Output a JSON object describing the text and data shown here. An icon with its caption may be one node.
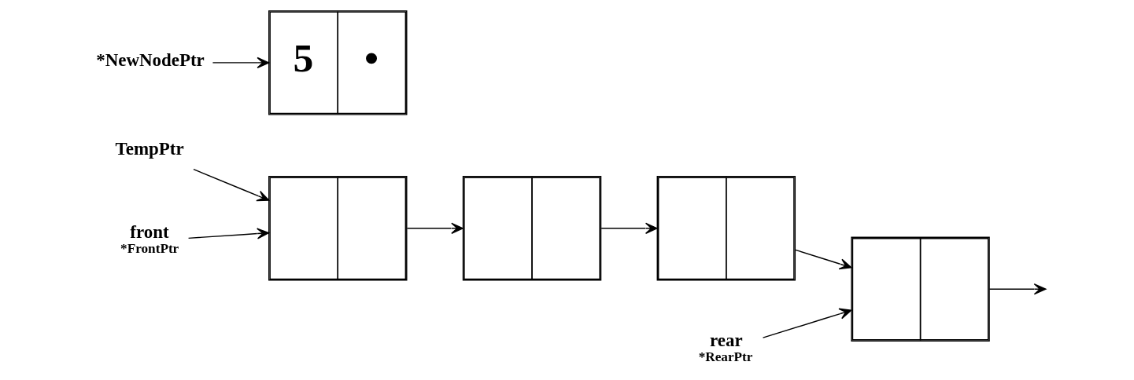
{
  "diagram": {
    "nodes": [
      {
        "text": [
          "TempPtr"
        ]
      },
      {
        "text": [],
        "shape": "box"
      },
      {
        "text": [],
        "shape": "box"
      },
      {
        "text": [],
        "shape": "box"
      },
      {
        "text": [],
        "shape": "box"
      },
      {
        "text": [
          "front",
          "*FrontPtr"
        ]
      },
      {
        "text": [
          "rear",
          "*RearPtr"
        ]
      },
      {
        "text": [
          "*NewNodePtr"
        ]
      },
      {
        "text": [
          "5",
          "•"
        ]
      }
    ],
    "edges": [
      {
        "from": 0,
        "to": 1,
        "arrow": "to"
      },
      {
        "from": 5,
        "to": 1,
        "arrow": "to"
      },
      {
        "from": 1,
        "to": 2,
        "arrow": "to"
      },
      {
        "from": 2,
        "to": 3,
        "arrow": "to"
      },
      {
        "from": 3,
        "to": 4,
        "arrow": "to"
      },
      {
        "from": 6,
        "to": 4,
        "arrow": "to"
      },
      {
        "from": 4,
        "to": null,
        "arrow": "to"
      },
      {
        "from": 7,
        "to": 8,
        "arrow": "to"
      }
    ]
  }
}
